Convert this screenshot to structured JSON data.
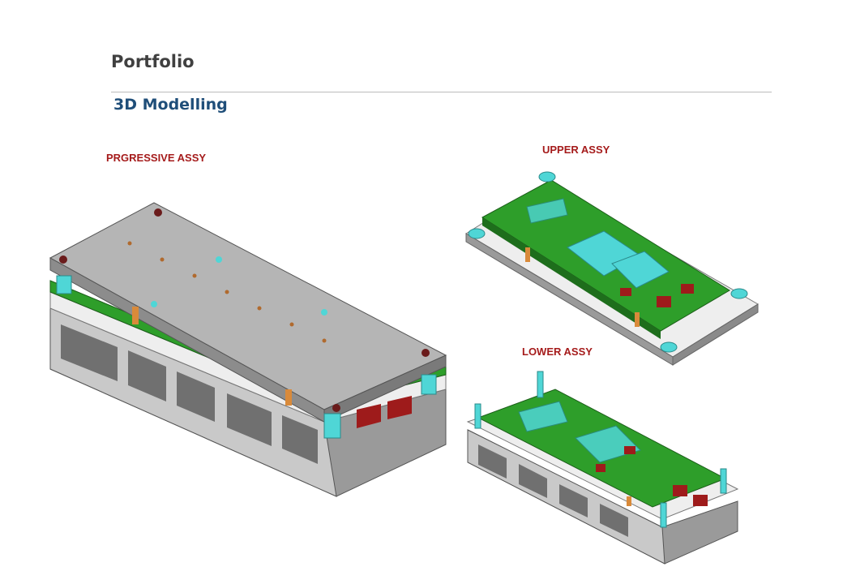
{
  "page": {
    "title": "Portfolio",
    "subtitle": "3D Modelling"
  },
  "models": [
    {
      "id": "progressive",
      "label": "PRGRESSIVE ASSY"
    },
    {
      "id": "upper",
      "label": "UPPER ASSY"
    },
    {
      "id": "lower",
      "label": "LOWER ASSY"
    }
  ],
  "colors": {
    "title": "#404040",
    "subtitle": "#1f4e79",
    "label": "#a51b1b",
    "plate_gray": "#b5b5b5",
    "plate_green": "#2e9e2a",
    "cyan_parts": "#4fd6d6",
    "red_inserts": "#9e1b1b"
  }
}
